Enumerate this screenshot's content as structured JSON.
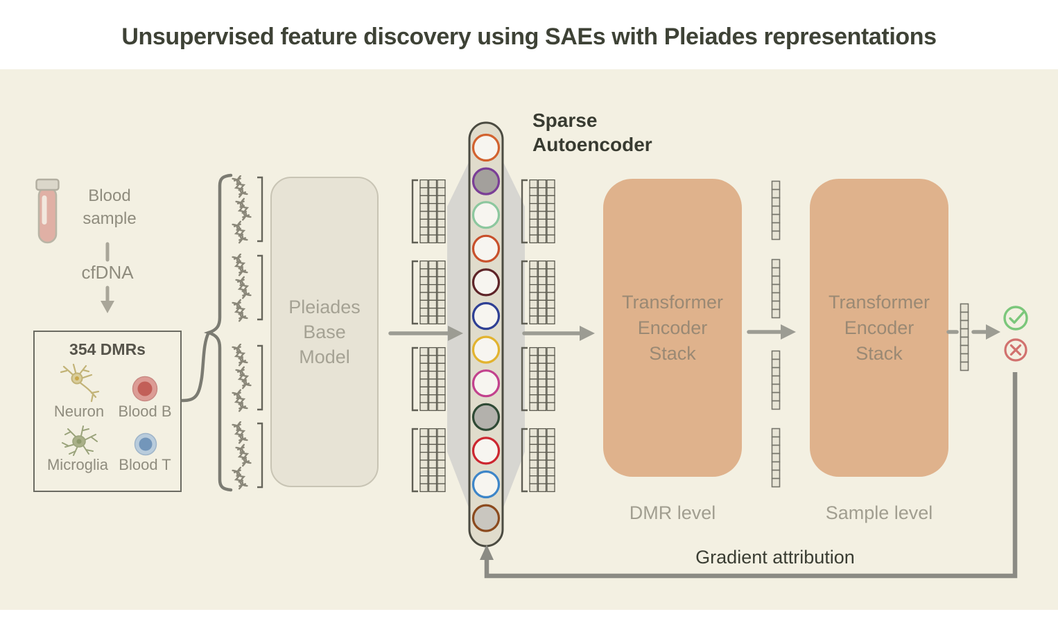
{
  "title": "Unsupervised feature discovery using SAEs with Pleiades representations",
  "blood": {
    "sample_label": "Blood\nsample",
    "cfdna_label": "cfDNA"
  },
  "dmr_box": {
    "title": "354 DMRs",
    "cells": [
      {
        "id": "neuron",
        "label": "Neuron"
      },
      {
        "id": "blood-b",
        "label": "Blood B"
      },
      {
        "id": "microglia",
        "label": "Microglia"
      },
      {
        "id": "blood-t",
        "label": "Blood T"
      }
    ]
  },
  "pleiades": {
    "label": "Pleiades\nBase\nModel"
  },
  "sae": {
    "label": "Sparse\nAutoencoder",
    "latents": [
      {
        "stroke": "#D2622F",
        "fill": "#F7F5F0"
      },
      {
        "stroke": "#7A3E96",
        "fill": "#A3A09C"
      },
      {
        "stroke": "#8CC79E",
        "fill": "#F7F5F0"
      },
      {
        "stroke": "#C8502B",
        "fill": "#F7F5F0"
      },
      {
        "stroke": "#5E2428",
        "fill": "#F7F5F0"
      },
      {
        "stroke": "#2E3F94",
        "fill": "#F7F5F0"
      },
      {
        "stroke": "#E2B32F",
        "fill": "#F7F5F0"
      },
      {
        "stroke": "#C2418D",
        "fill": "#F7F5F0"
      },
      {
        "stroke": "#2F4A35",
        "fill": "#B3B1AC"
      },
      {
        "stroke": "#CC2630",
        "fill": "#F7F5F0"
      },
      {
        "stroke": "#3D85C8",
        "fill": "#F7F5F0"
      },
      {
        "stroke": "#8B4A1E",
        "fill": "#C9C6BF"
      }
    ]
  },
  "dna": {
    "groups": 4,
    "icons_per_group": 3
  },
  "matrices": {
    "groups_per_side": 4,
    "cols": 3,
    "rows": 8
  },
  "vectors": {
    "between_stacks": {
      "count": 4,
      "cells": 7
    },
    "output": {
      "cells": 8
    }
  },
  "encoders": [
    {
      "label": "Transformer\nEncoder\nStack",
      "level_label": "DMR level"
    },
    {
      "label": "Transformer\nEncoder\nStack",
      "level_label": "Sample level"
    }
  ],
  "outcome": {
    "positive_icon": "check",
    "negative_icon": "cross"
  },
  "gradient": {
    "label": "Gradient attribution"
  },
  "colors": {
    "background": "#F3F0E2",
    "band": "#FFFFFF",
    "encoder_fill": "#DFB28C",
    "sae_capsule_fill": "#E0DCCC",
    "sae_funnel_gray": "#D7D6D1",
    "check_green": "#7BC77B",
    "cross_red": "#D1716E",
    "arrow_gray": "#9C9C93"
  }
}
